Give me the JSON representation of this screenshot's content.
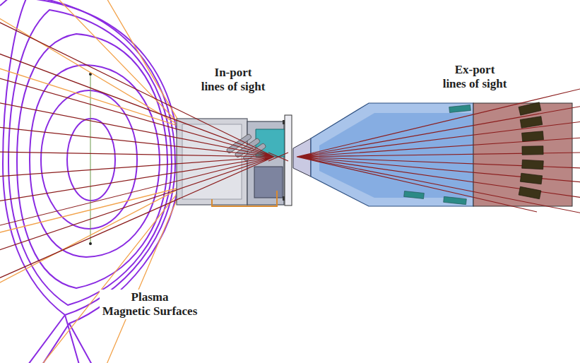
{
  "diagram": {
    "labels": [
      "In-port lines of sight",
      "Ex-port lines of sight",
      "Plasma Magnetic Surfaces"
    ]
  }
}
